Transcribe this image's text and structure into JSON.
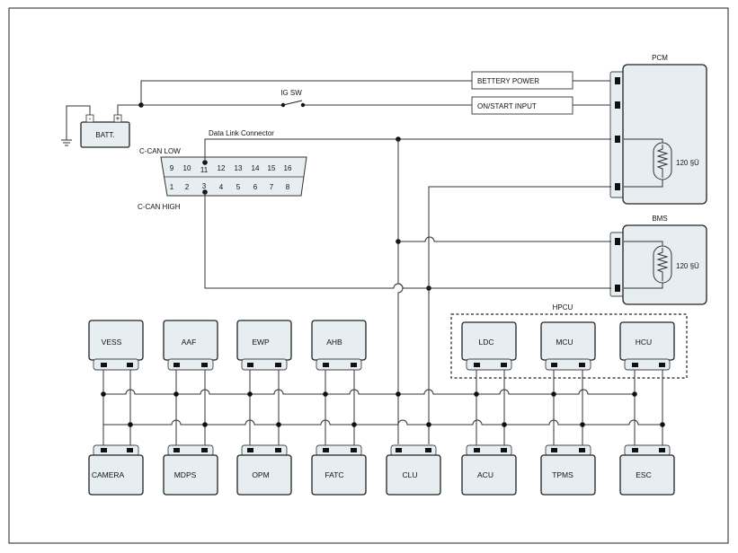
{
  "labels": {
    "batt": "BATT.",
    "batt_minus": "-",
    "batt_plus": "+",
    "ig_sw": "IG SW",
    "battery_power": "BETTERY POWER",
    "on_start_input": "ON/START INPUT",
    "data_link_connector": "Data Link Connector",
    "c_can_low": "C-CAN LOW",
    "c_can_high": "C-CAN HIGH",
    "pcm": "PCM",
    "bms": "BMS",
    "hpcu": "HPCU",
    "pcm_resistor": "120  §Ü",
    "bms_resistor": "120  §Ü"
  },
  "dlc_pins_top": [
    "9",
    "10",
    "11",
    "12",
    "13",
    "14",
    "15",
    "16"
  ],
  "dlc_pins_bottom": [
    "1",
    "2",
    "3",
    "4",
    "5",
    "6",
    "7",
    "8"
  ],
  "top_modules": [
    "VESS",
    "AAF",
    "EWP",
    "AHB"
  ],
  "hpcu_modules": [
    "LDC",
    "MCU",
    "HCU"
  ],
  "bottom_modules": [
    "CAMERA",
    "MDPS",
    "OPM",
    "FATC",
    "CLU",
    "ACU",
    "TPMS",
    "ESC"
  ],
  "colors": {
    "box_fill": "#e7eef2",
    "line": "#333333"
  }
}
